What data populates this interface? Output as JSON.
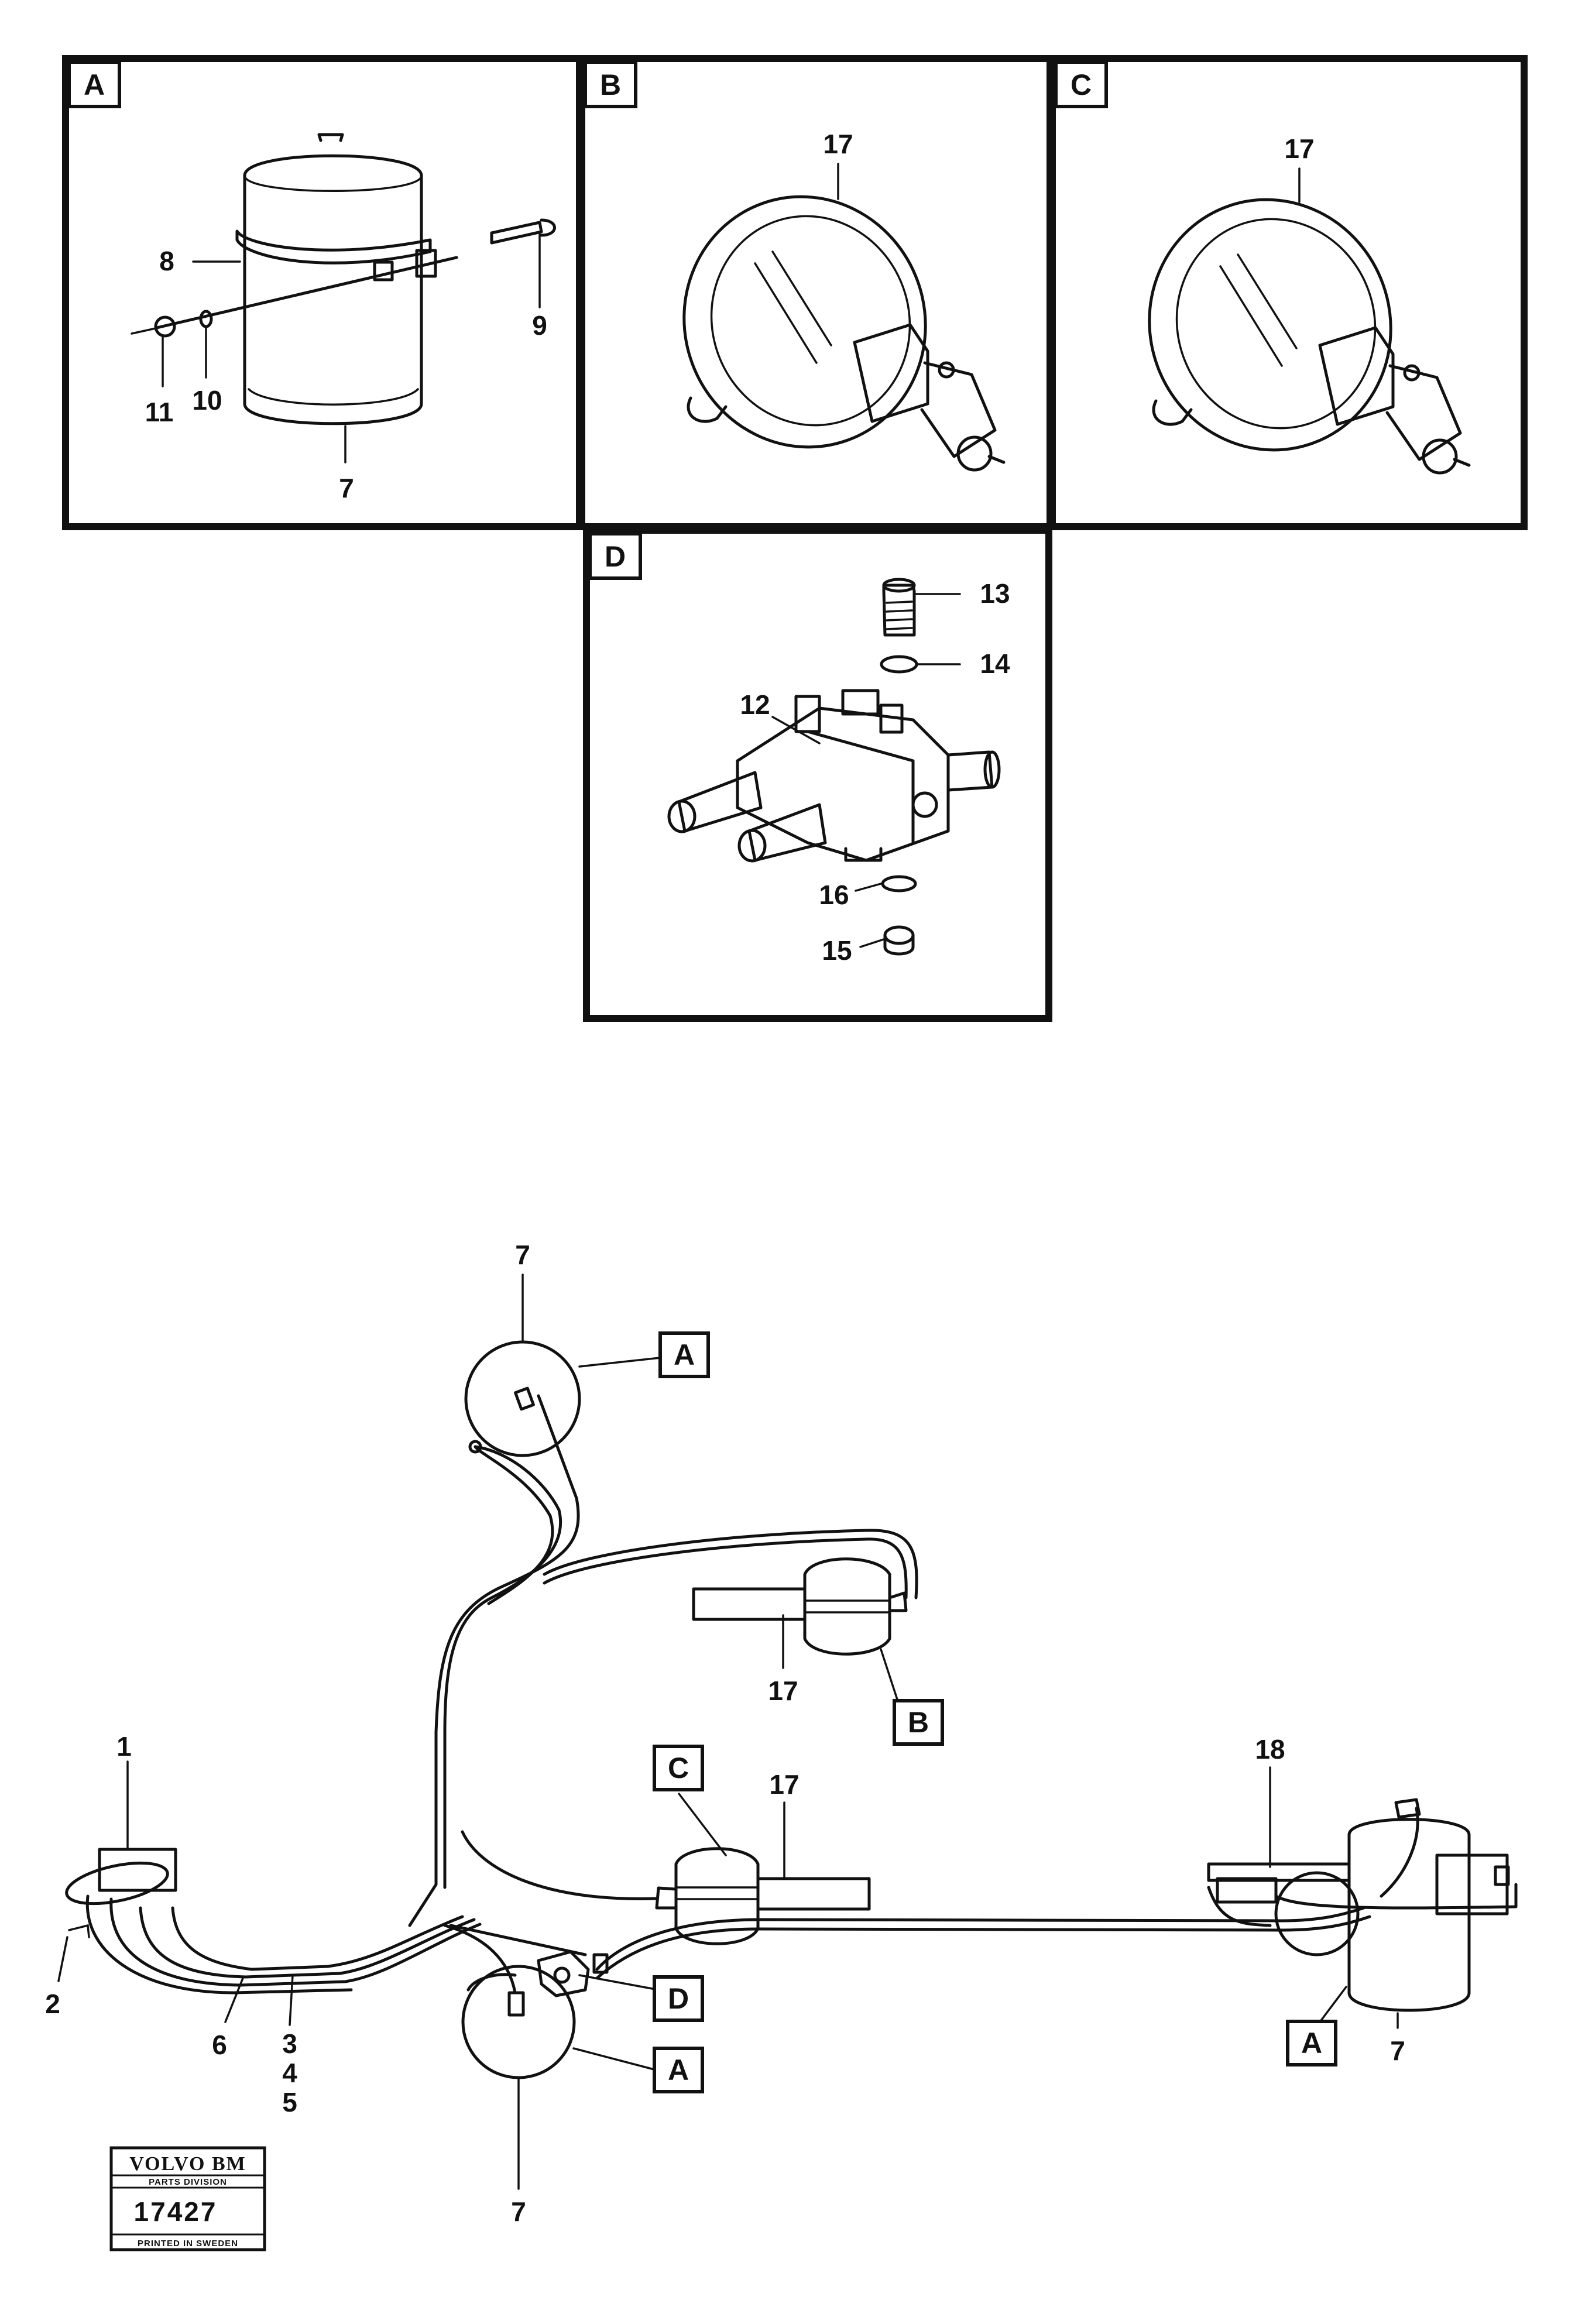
{
  "panels": {
    "a": {
      "letter": "A",
      "callouts": [
        "8",
        "9",
        "11",
        "10",
        "7"
      ]
    },
    "b": {
      "letter": "B",
      "callouts": [
        "17"
      ]
    },
    "c": {
      "letter": "C",
      "callouts": [
        "17"
      ]
    },
    "d": {
      "letter": "D",
      "callouts": [
        "13",
        "14",
        "12",
        "16",
        "15"
      ]
    }
  },
  "overview": {
    "tags": [
      "A",
      "B",
      "C",
      "D",
      "A",
      "A"
    ],
    "callouts": [
      "7",
      "17",
      "1",
      "17",
      "18",
      "2",
      "6",
      "3",
      "4",
      "5",
      "7",
      "7"
    ]
  },
  "stamp": {
    "brand": "VOLVO BM",
    "division": "PARTS DIVISION",
    "number": "17427",
    "printed": "PRINTED IN SWEDEN"
  }
}
